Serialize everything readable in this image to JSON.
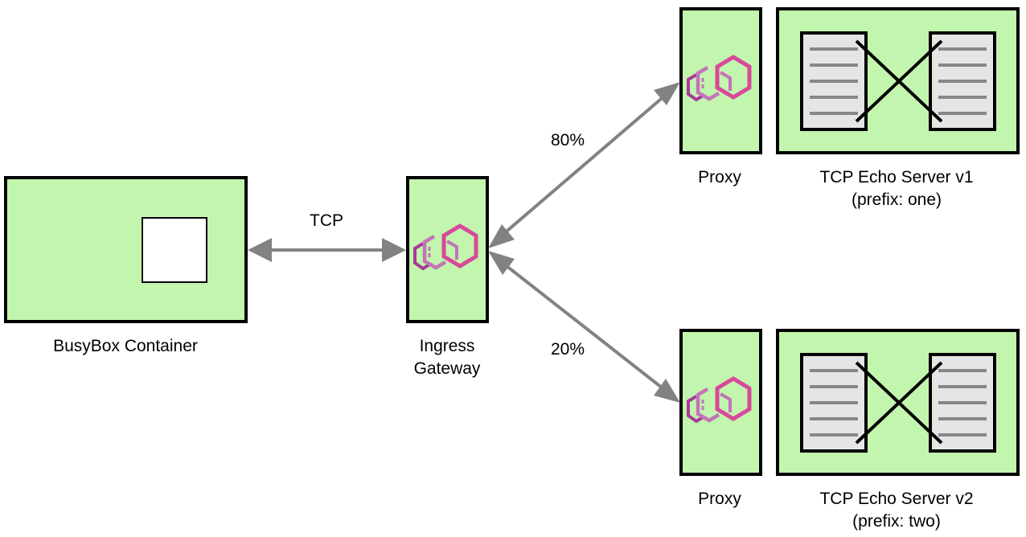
{
  "diagram": {
    "title": "Istio TCP traffic shifting",
    "nodes": {
      "busybox": {
        "label": "BusyBox Container"
      },
      "gateway": {
        "label_line1": "Ingress",
        "label_line2": "Gateway",
        "icon": "envoy-logo-icon"
      },
      "proxy_v1": {
        "label": "Proxy",
        "icon": "envoy-logo-icon"
      },
      "proxy_v2": {
        "label": "Proxy",
        "icon": "envoy-logo-icon"
      },
      "echo_v1": {
        "label_line1": "TCP Echo Server v1",
        "label_line2": "(prefix: one)",
        "icon": "echo-documents-icon"
      },
      "echo_v2": {
        "label_line1": "TCP Echo Server v2",
        "label_line2": "(prefix: two)",
        "icon": "echo-documents-icon"
      }
    },
    "edges": {
      "client_to_gateway": {
        "label": "TCP",
        "from": "busybox",
        "to": "gateway",
        "bidirectional": true
      },
      "gateway_to_v1": {
        "label": "80%",
        "weight": 80,
        "from": "gateway",
        "to": "proxy_v1",
        "bidirectional": true
      },
      "gateway_to_v2": {
        "label": "20%",
        "weight": 20,
        "from": "gateway",
        "to": "proxy_v2",
        "bidirectional": true
      }
    },
    "colors": {
      "node_fill": "#c2f5ad",
      "node_stroke": "#000000",
      "edge": "#828282",
      "document_fill": "#e5e5e5",
      "envoy_pink": "#d9489b",
      "envoy_mauve": "#c473b8",
      "envoy_purple": "#a9399a"
    }
  }
}
